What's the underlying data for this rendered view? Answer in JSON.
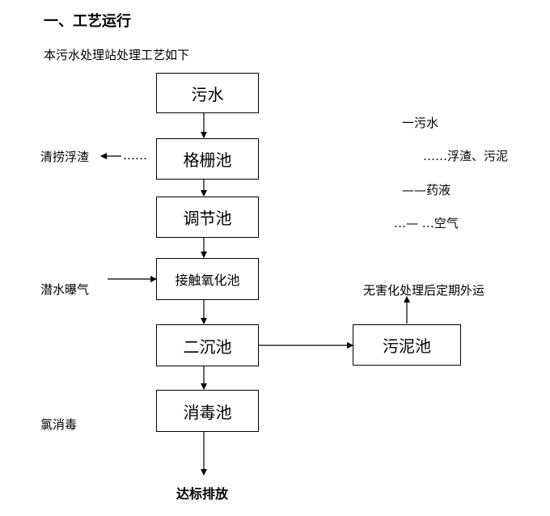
{
  "heading": "一、工艺运行",
  "intro": "本污水处理站处理工艺如下",
  "boxes": {
    "sewage": "污水",
    "grille": "格栅池",
    "adjust": "调节池",
    "contact_oxidation": "接触氧化池",
    "secondary_settling": "二沉池",
    "disinfection": "消毒池",
    "sludge": "污泥池"
  },
  "side_labels": {
    "scum": "清捞浮渣",
    "scum_dots": "……",
    "aeration": "潜水曝气",
    "chlorine": "氯消毒",
    "sludge_disposal": "无害化处理后定期外运"
  },
  "legend": {
    "sewage": "一污水",
    "scum_sludge": "……浮渣、污泥",
    "chemical": "——药液",
    "air": "…—  …空气"
  },
  "final": "达标排放"
}
